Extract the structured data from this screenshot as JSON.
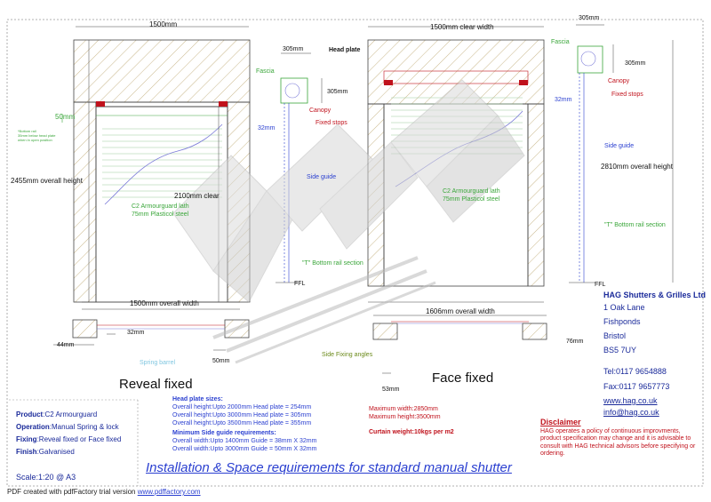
{
  "reveal": {
    "top_width": "1500mm",
    "overall_height": "2455mm overall height",
    "clear_height": "2100mm clear",
    "offset": "50mm",
    "bottom_note": "*Bottom rail\n35mm below head plate\nwhen in open position",
    "laths_line1": "C2 Armourguard lath",
    "laths_line2": "75mm Plasticol steel",
    "overall_width": "1500mm overall width",
    "dim_44": "44mm",
    "dim_32": "32mm",
    "dim_50": "50mm",
    "spring": "Spring barrel",
    "title": "Reveal fixed"
  },
  "reveal_section": {
    "dim_305_top": "305mm",
    "dim_305_side": "305mm",
    "head_plate": "Head plate",
    "fascia": "Fascia",
    "canopy": "Canopy",
    "fixed_stops": "Fixed stops",
    "dim_32": "32mm",
    "side_guide": "Side guide",
    "bottom_rail": "\"T\" Bottom rail section",
    "ffl": "FFL"
  },
  "face": {
    "top_width": "1500mm clear width",
    "laths_line1": "C2 Armourguard lath",
    "laths_line2": "75mm Plasticol steel",
    "overall_width": "1606mm overall width",
    "dim_76": "76mm",
    "dim_53": "53mm",
    "side_fixing": "Side Fixing angles",
    "title": "Face fixed"
  },
  "face_section": {
    "dim_305_top": "305mm",
    "dim_305_side": "305mm",
    "fascia": "Fascia",
    "canopy": "Canopy",
    "fixed_stops": "Fixed stops",
    "dim_32": "32mm",
    "side_guide": "Side guide",
    "overall_height": "2810mm overall height",
    "bottom_rail": "\"T\" Bottom rail section",
    "ffl": "FFL"
  },
  "company": {
    "name": "HAG Shutters & Grilles Ltd",
    "addr1": "1 Oak Lane",
    "addr2": "Fishponds",
    "addr3": "Bristol",
    "addr4": "BS5 7UY",
    "tel": "Tel:0117 9654888",
    "fax": "Fax:0117 9657773",
    "web": "www.hag.co.uk",
    "email": "info@hag.co.uk"
  },
  "specs": {
    "product_label": "Product",
    "product_value": ":C2 Armourguard",
    "operation_label": "Operation",
    "operation_value": ":Manual Spring & lock",
    "fixing_label": "Fixing",
    "fixing_value": ":Reveal fixed or Face fixed",
    "finish_label": "Finish",
    "finish_value": ":Galvanised",
    "scale": "Scale:1:20 @ A3"
  },
  "head_plate_sizes": {
    "title": "Head plate sizes:",
    "rows": [
      "Overall height:Upto 2000mm Head plate = 254mm",
      "Overall height:Upto 3000mm Head plate = 305mm",
      "Overall height:Upto 3500mm Head plate = 355mm"
    ]
  },
  "side_guide_req": {
    "title": "Minimum Side guide requirements:",
    "rows": [
      "Overall width:Upto 1400mm Guide = 38mm X 32mm",
      "Overall width:Upto 3000mm Guide = 50mm X 32mm"
    ]
  },
  "limits": {
    "max_width": "Maximum width:2850mm",
    "max_height": "Maximum height:3500mm",
    "curtain_weight": "Curtain weight:10kgs per m2"
  },
  "disclaimer": {
    "title": "Disclaimer",
    "text": "HAG operates a policy of continuous improvments, product specification may change and it is advisable to consult with HAG technical advisors before specifying or ordering."
  },
  "main_title": "Installation & Space requirements for standard manual shutter",
  "footer": {
    "prefix": "PDF created with pdfFactory trial version ",
    "link": "www.pdffactory.com"
  },
  "colors": {
    "red": "#c0121c",
    "green": "#3aa63a",
    "blue": "#2a3fd0",
    "navy": "#1a2a9a"
  }
}
